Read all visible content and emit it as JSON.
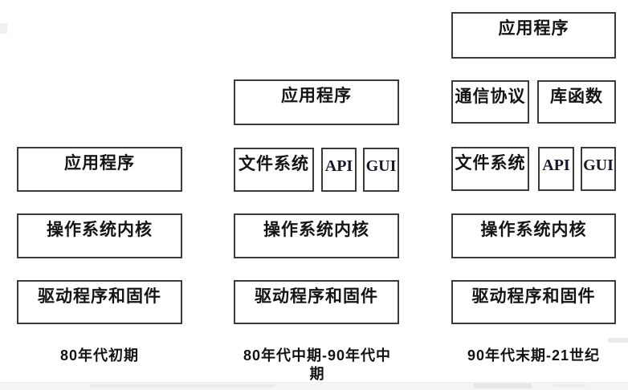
{
  "figure_type": "os-architecture-evolution-diagram",
  "colors": {
    "background": "#ffffff",
    "box_border": "#3a3a3a",
    "text": "#141414",
    "footer_band": "#f4f4f3"
  },
  "columns": [
    {
      "era_label_line1": "80年代初期",
      "era_label_line2": "",
      "app": "应用程序",
      "kernel": "操作系统内核",
      "drivers": "驱动程序和固件"
    },
    {
      "era_label_line1": "80年代中期-90年代中",
      "era_label_line2": "期",
      "app": "应用程序",
      "filesystem": "文件系统",
      "api": "API",
      "gui": "GUI",
      "kernel": "操作系统内核",
      "drivers": "驱动程序和固件"
    },
    {
      "era_label_line1": "90年代末期-21世纪",
      "era_label_line2": "",
      "app": "应用程序",
      "protocol": "通信协议",
      "library": "库函数",
      "filesystem": "文件系统",
      "api": "API",
      "gui": "GUI",
      "kernel": "操作系统内核",
      "drivers": "驱动程序和固件"
    }
  ]
}
